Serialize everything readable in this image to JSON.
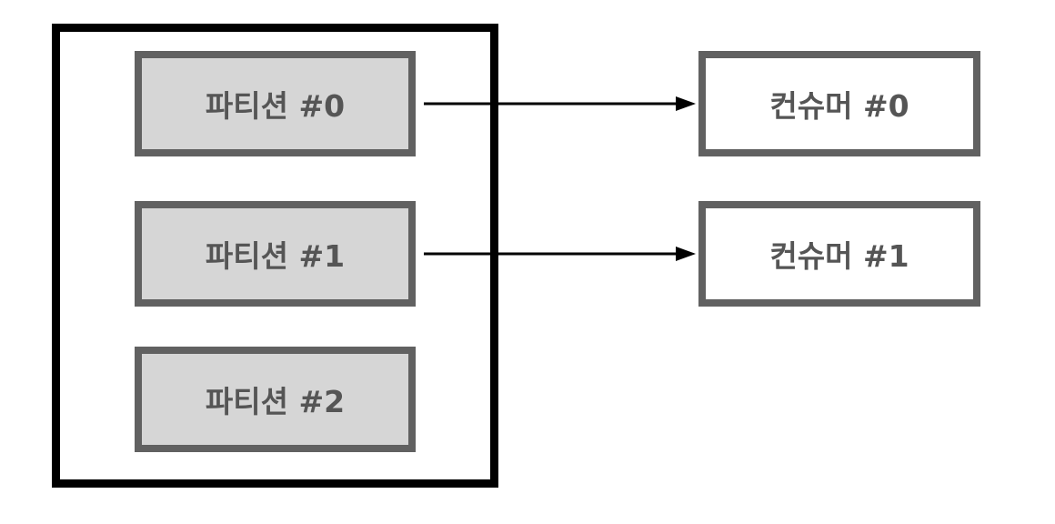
{
  "topic": {
    "partitions": [
      {
        "label": "파티션 #0"
      },
      {
        "label": "파티션 #1"
      },
      {
        "label": "파티션 #2"
      }
    ]
  },
  "consumers": [
    {
      "label": "컨슈머 #0"
    },
    {
      "label": "컨슈머 #1"
    }
  ],
  "connections": [
    {
      "from": "파티션 #0",
      "to": "컨슈머 #0"
    },
    {
      "from": "파티션 #1",
      "to": "컨슈머 #1"
    }
  ],
  "colors": {
    "topic_border": "#000000",
    "box_border": "#616161",
    "partition_fill": "#d6d6d6",
    "consumer_fill": "#ffffff",
    "text": "#555555",
    "arrow": "#000000"
  }
}
